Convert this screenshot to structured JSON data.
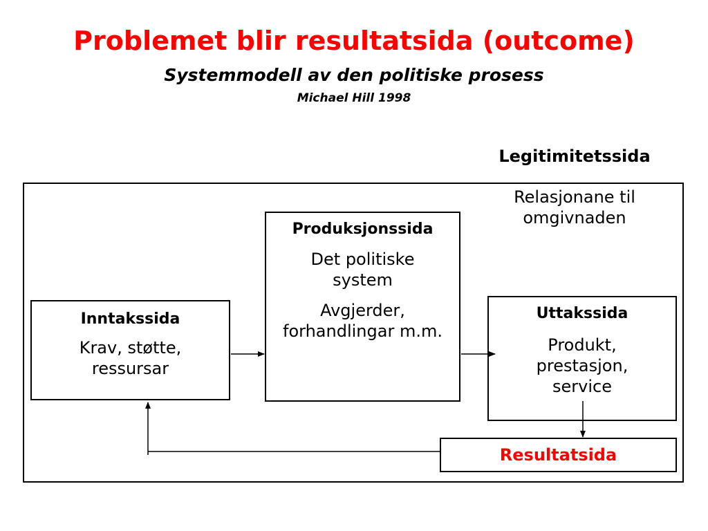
{
  "title": "Problemet blir resultatsida (outcome)",
  "subtitle": "Systemmodell av den politiske prosess",
  "author": "Michael Hill 1998",
  "colors": {
    "title": "#ff0000",
    "highlight": "#ff0000",
    "text": "#000000",
    "border": "#000000"
  },
  "legitimitet": {
    "heading": "Legitimitetssida",
    "body": "Relasjonane til omgivnaden"
  },
  "inntak": {
    "heading": "Inntakssida",
    "body": "Krav, støtte, ressursar"
  },
  "produksjon": {
    "heading": "Produksjonssida",
    "body1": "Det politiske system",
    "body2": "Avgjerder, forhandlingar m.m."
  },
  "uttak": {
    "heading": "Uttakssida",
    "body": "Produkt, prestasjon, service"
  },
  "resultat": {
    "label": "Resultatsida"
  }
}
